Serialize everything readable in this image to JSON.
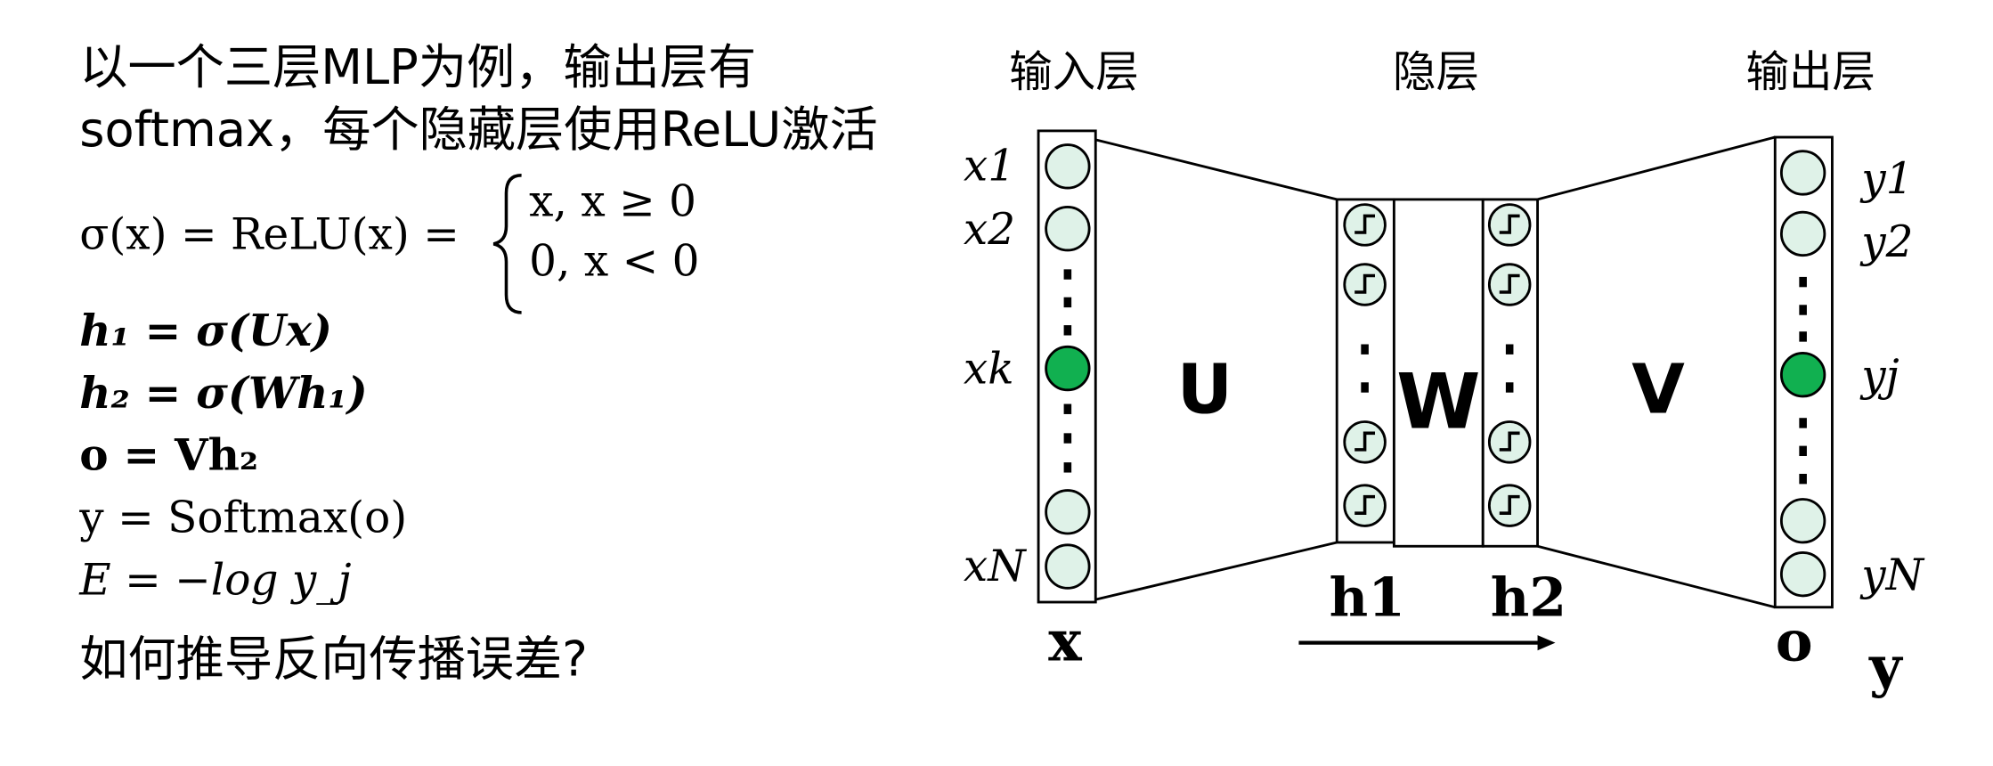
{
  "text": {
    "line1": "以一个三层MLP为例，输出层有",
    "line2": "softmax，每个隐藏层使用ReLU激活",
    "relu_lhs": "σ(x) = ReLU(x) =",
    "relu_case1": "x, x ≥ 0",
    "relu_case2": "0, x < 0",
    "eq_h1": "h₁ = σ(Ux)",
    "eq_h2": "h₂ = σ(Wh₁)",
    "eq_o": "o = Vh₂",
    "eq_y": "y = Softmax(o)",
    "eq_E": "E = −log y_j",
    "question": "如何推导反向传播误差?"
  },
  "diagram": {
    "header_input": "输入层",
    "header_hidden": "隐层",
    "header_output": "输出层",
    "input_labels": [
      "x1",
      "x2",
      "xk",
      "xN"
    ],
    "output_labels": [
      "y1",
      "y2",
      "yj",
      "yN"
    ],
    "weight_U": "U",
    "weight_W": "W",
    "weight_V": "V",
    "vec_x": "x",
    "vec_h1": "h1",
    "vec_h2": "h2",
    "vec_o": "o",
    "vec_y": "y",
    "colors": {
      "node": "#dff2e8",
      "active": "#11b050",
      "stroke": "#000000"
    }
  }
}
